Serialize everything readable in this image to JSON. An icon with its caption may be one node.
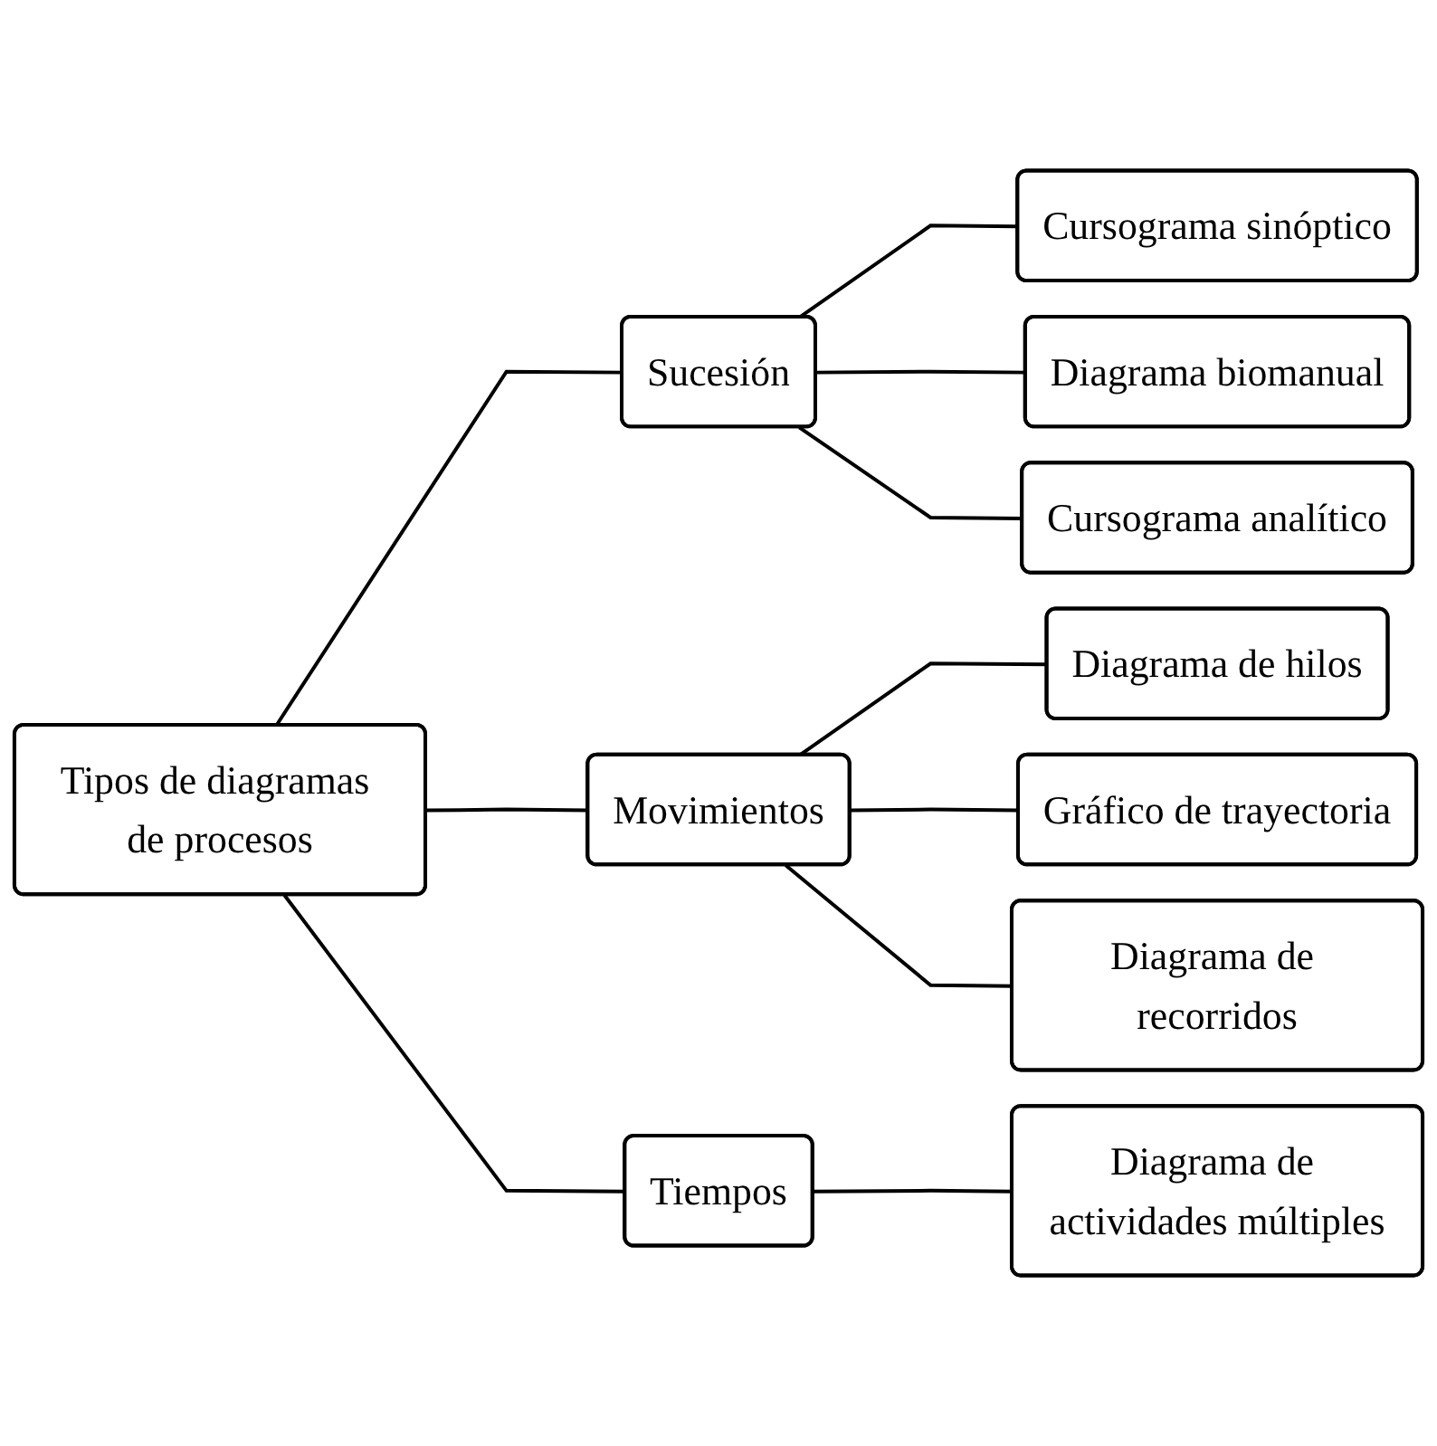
{
  "diagram": {
    "nodes": [
      {
        "text": [
          "Tipos de diagramas de procesos"
        ]
      },
      {
        "text": [
          "Sucesión"
        ]
      },
      {
        "text": [
          "Cursograma sinóptico"
        ]
      },
      {
        "text": [
          "Diagrama biomanual"
        ]
      },
      {
        "text": [
          "Cursograma analítico"
        ]
      },
      {
        "text": [
          "Movimientos"
        ]
      },
      {
        "text": [
          "Diagrama de hilos"
        ]
      },
      {
        "text": [
          "Gráfico de trayectoria"
        ]
      },
      {
        "text": [
          "Diagrama de recorridos"
        ]
      },
      {
        "text": [
          "Tiempos"
        ]
      },
      {
        "text": [
          "Diagrama de actividades múltiples"
        ]
      }
    ],
    "edges": [
      {
        "from": 0,
        "to": 1,
        "arrow": "none"
      },
      {
        "from": 0,
        "to": 5,
        "arrow": "none"
      },
      {
        "from": 0,
        "to": 9,
        "arrow": "none"
      },
      {
        "from": 1,
        "to": 2,
        "arrow": "none"
      },
      {
        "from": 1,
        "to": 3,
        "arrow": "none"
      },
      {
        "from": 1,
        "to": 4,
        "arrow": "none"
      },
      {
        "from": 5,
        "to": 6,
        "arrow": "none"
      },
      {
        "from": 5,
        "to": 7,
        "arrow": "none"
      },
      {
        "from": 5,
        "to": 8,
        "arrow": "none"
      },
      {
        "from": 9,
        "to": 10,
        "arrow": "none"
      }
    ]
  }
}
